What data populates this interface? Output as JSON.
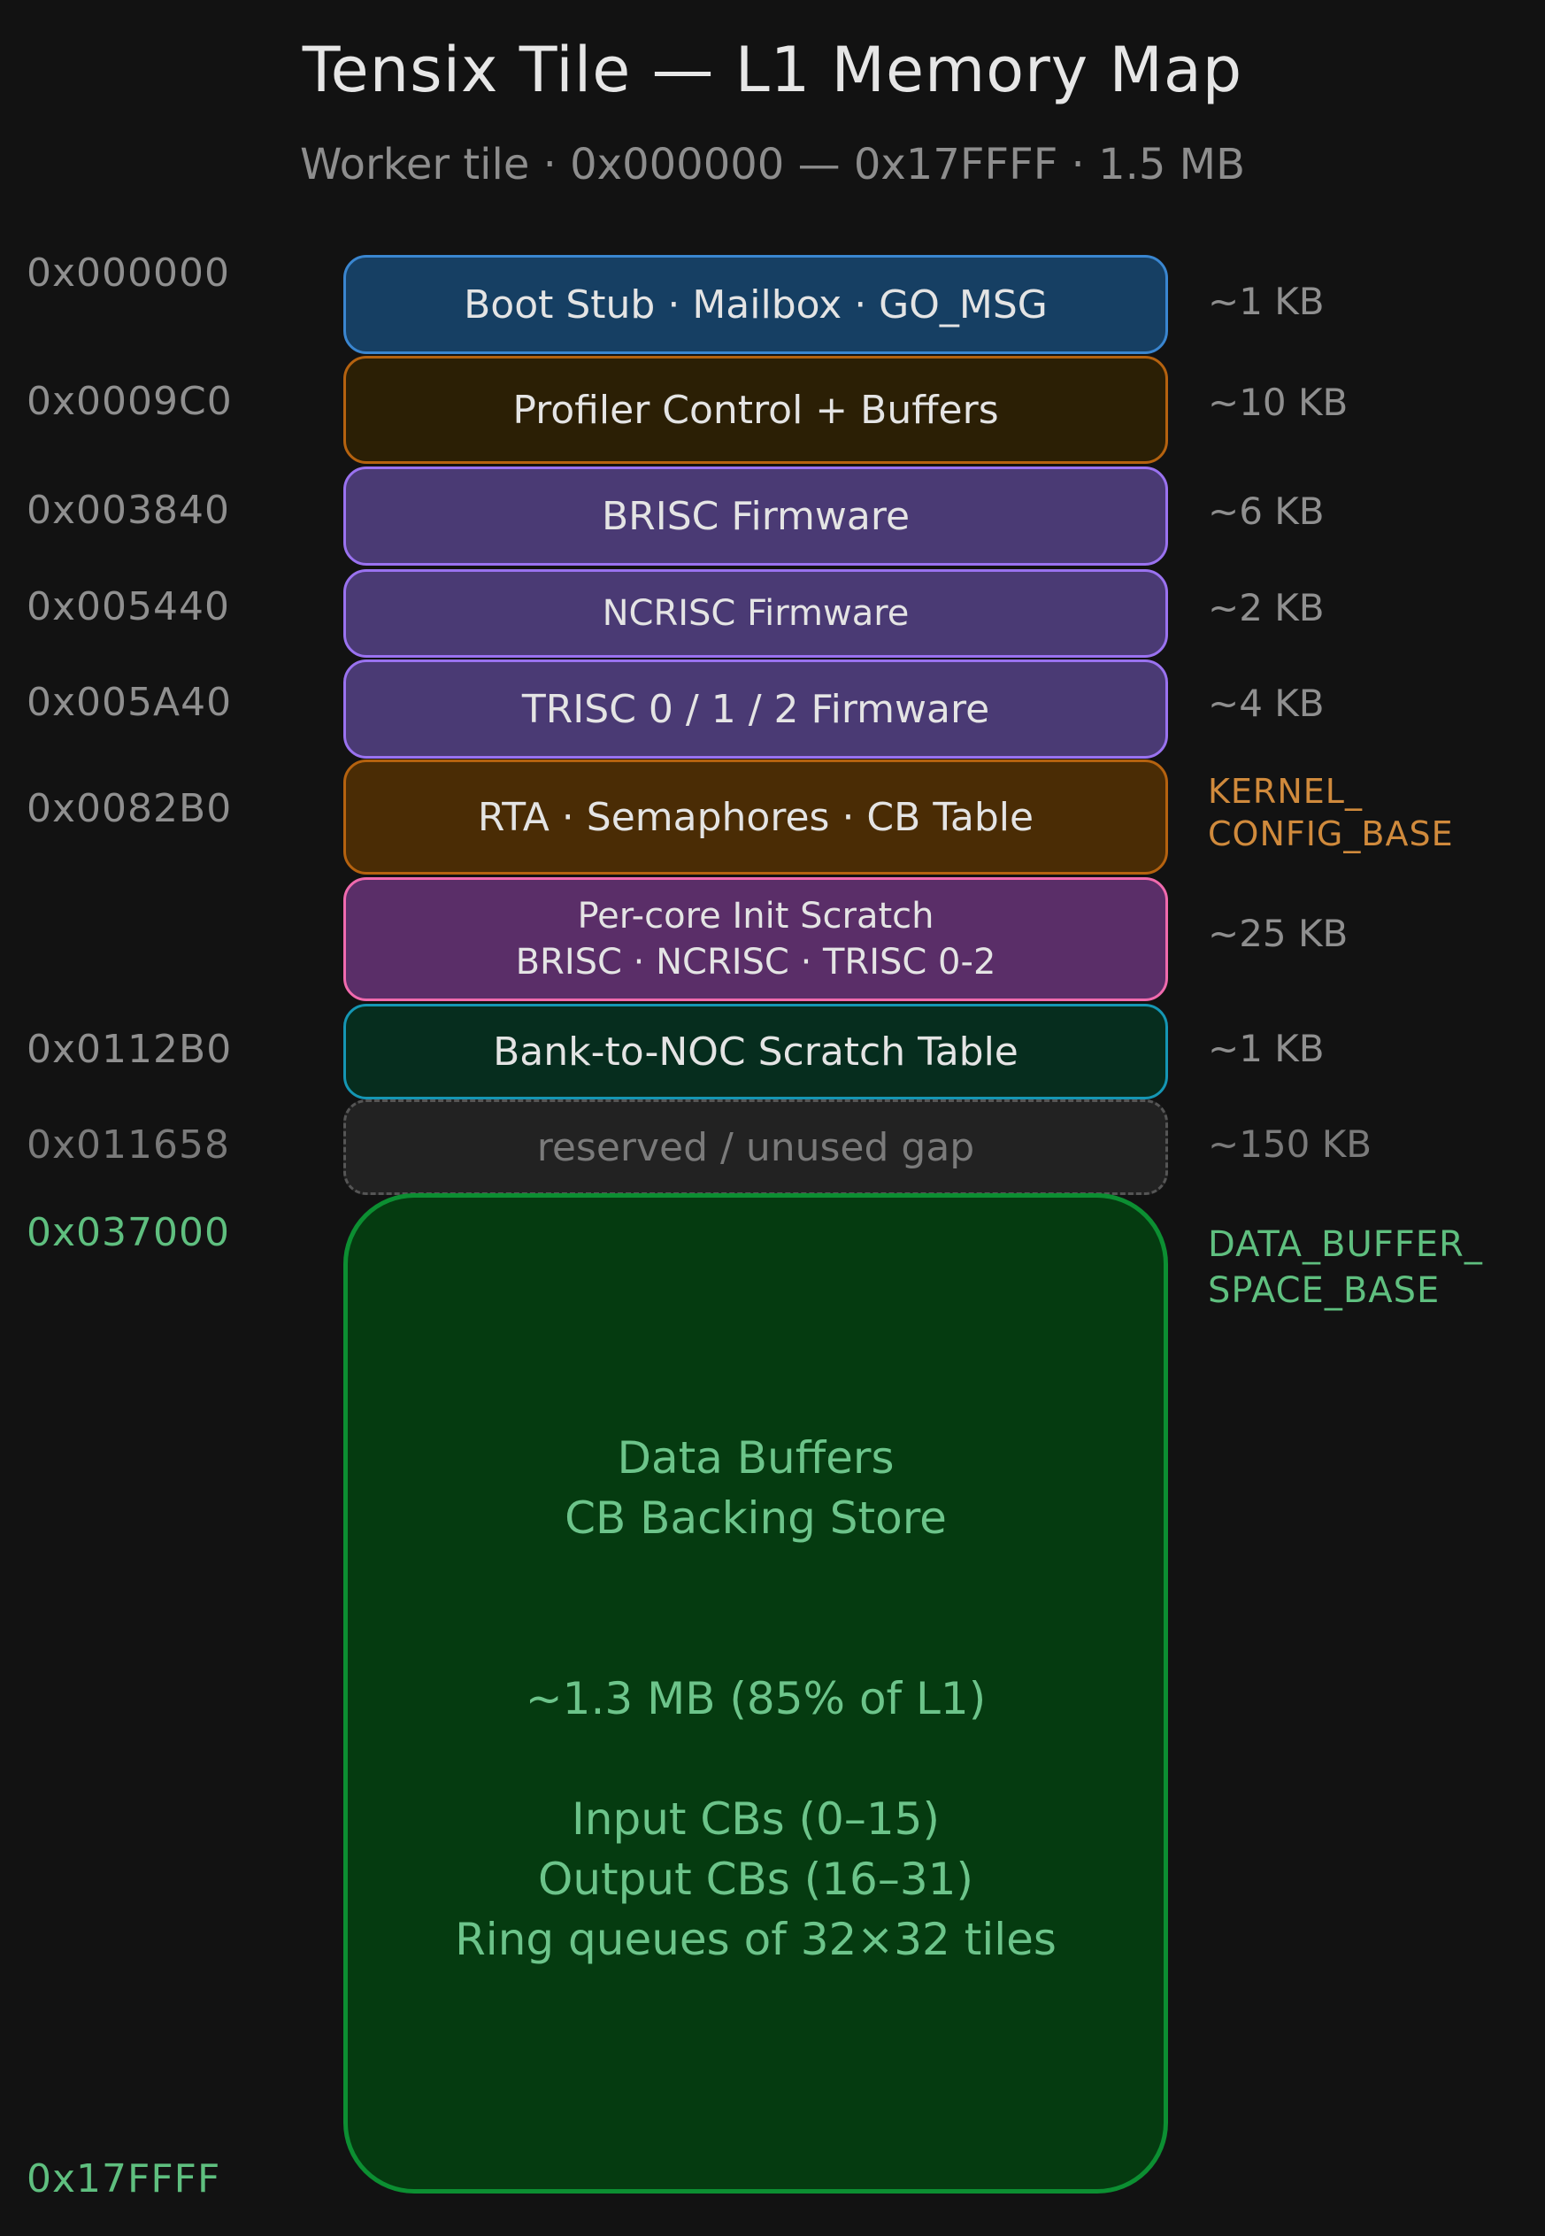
{
  "header": {
    "title": "Tensix Tile — L1 Memory Map",
    "subtitle": "Worker tile · 0x000000 — 0x17FFFF · 1.5 MB"
  },
  "colors": {
    "background": "#121212",
    "addr_text": "#8f8f8f",
    "kernel_marker": "#d08a3c",
    "data_marker": "#5fbf7f"
  },
  "blocks": [
    {
      "address": "0x000000",
      "label": "Boot Stub · Mailbox · GO_MSG",
      "size": "~1 KB",
      "fill": "#163f63",
      "stroke": "#3a86d0"
    },
    {
      "address": "0x0009C0",
      "label": "Profiler Control + Buffers",
      "size": "~10 KB",
      "fill": "#2b1f05",
      "stroke": "#b5620f"
    },
    {
      "address": "0x003840",
      "label": "BRISC Firmware",
      "size": "~6 KB",
      "fill": "#4a3a74",
      "stroke": "#9a72f0"
    },
    {
      "address": "0x005440",
      "label": "NCRISC Firmware",
      "size": "~2 KB",
      "fill": "#4a3a74",
      "stroke": "#9a72f0"
    },
    {
      "address": "0x005A40",
      "label": "TRISC 0 / 1 / 2 Firmware",
      "size": "~4 KB",
      "fill": "#4a3a74",
      "stroke": "#9a72f0"
    },
    {
      "address": "0x0082B0",
      "label": "RTA · Semaphores · CB Table",
      "size": "",
      "marker": [
        "KERNEL_",
        "CONFIG_BASE"
      ],
      "fill": "#4a2c05",
      "stroke": "#b5620f"
    },
    {
      "address": "",
      "label_lines": [
        "Per-core Init Scratch",
        "BRISC · NCRISC · TRISC 0-2"
      ],
      "size": "~25 KB",
      "fill": "#5a2e68",
      "stroke": "#f06aae"
    },
    {
      "address": "0x0112B0",
      "label": "Bank-to-NOC Scratch Table",
      "size": "~1 KB",
      "fill": "#062d1e",
      "stroke": "#1596b4"
    },
    {
      "address": "0x011658",
      "label": "reserved / unused gap",
      "size": "~150 KB",
      "fill": "#222222",
      "stroke": "#555555"
    },
    {
      "address": "0x037000",
      "label_lines": [
        "Data Buffers",
        "CB Backing Store",
        "~1.3 MB  (85% of L1)",
        "Input CBs (0–15)",
        "Output CBs (16–31)",
        "Ring queues of 32×32 tiles"
      ],
      "marker": [
        "DATA_BUFFER_",
        "SPACE_BASE"
      ],
      "fill": "#053b10",
      "stroke": "#0c8f32"
    }
  ],
  "end_address": "0x17FFFF"
}
